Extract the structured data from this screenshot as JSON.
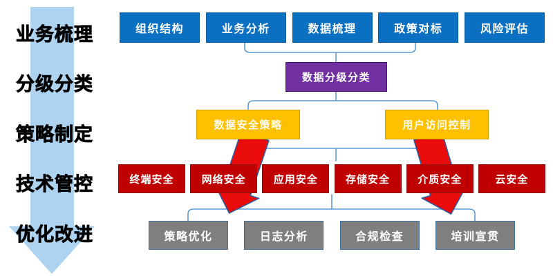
{
  "stages": {
    "items": [
      {
        "id": "business-sorting",
        "label": "业务梳理"
      },
      {
        "id": "classification",
        "label": "分级分类"
      },
      {
        "id": "policy-making",
        "label": "策略制定"
      },
      {
        "id": "tech-control",
        "label": "技术管控"
      },
      {
        "id": "optimization",
        "label": "优化改进"
      }
    ]
  },
  "rows": {
    "top": {
      "fill": "#0C70C2",
      "border": "#0A5EA4",
      "text": "#FFFFFF",
      "items": [
        {
          "id": "org-structure",
          "label": "组织结构"
        },
        {
          "id": "business-analysis",
          "label": "业务分析"
        },
        {
          "id": "data-sorting",
          "label": "数据梳理"
        },
        {
          "id": "policy-benchmark",
          "label": "政策对标"
        },
        {
          "id": "risk-assessment",
          "label": "风险评估"
        }
      ]
    },
    "classify": {
      "fill": "#7030A0",
      "border": "#4C1273",
      "text": "#FFFFFF",
      "items": [
        {
          "id": "data-classification",
          "label": "数据分级分类"
        }
      ]
    },
    "strategy": {
      "fill": "#FFC000",
      "border": "#D49B00",
      "text": "#FFFFFF",
      "items": [
        {
          "id": "data-security-policy",
          "label": "数据安全策略"
        },
        {
          "id": "user-access-control",
          "label": "用户访问控制"
        }
      ]
    },
    "tech": {
      "fill": "#C00000",
      "border": "#8F1111",
      "text": "#FFFFFF",
      "items": [
        {
          "id": "endpoint-security",
          "label": "终端安全"
        },
        {
          "id": "network-security",
          "label": "网络安全"
        },
        {
          "id": "application-security",
          "label": "应用安全"
        },
        {
          "id": "storage-security",
          "label": "存储安全"
        },
        {
          "id": "media-security",
          "label": "介质安全"
        },
        {
          "id": "cloud-security",
          "label": "云安全"
        }
      ]
    },
    "optimize": {
      "fill": "#7F7F7F",
      "border": "#41719C",
      "text": "#FFFFFF",
      "items": [
        {
          "id": "policy-optimization",
          "label": "策略优化"
        },
        {
          "id": "log-analysis",
          "label": "日志分析"
        },
        {
          "id": "compliance-check",
          "label": "合规检查"
        },
        {
          "id": "training-promotion",
          "label": "培训宣贯"
        }
      ]
    }
  },
  "palette": {
    "stage_arrow": "#AED3F0",
    "connector": "#5B9BD5",
    "flow_arrow_fill": "#EA0B0B",
    "flow_arrow_outline": "#2E5B9F",
    "stage_text": "#000000"
  }
}
